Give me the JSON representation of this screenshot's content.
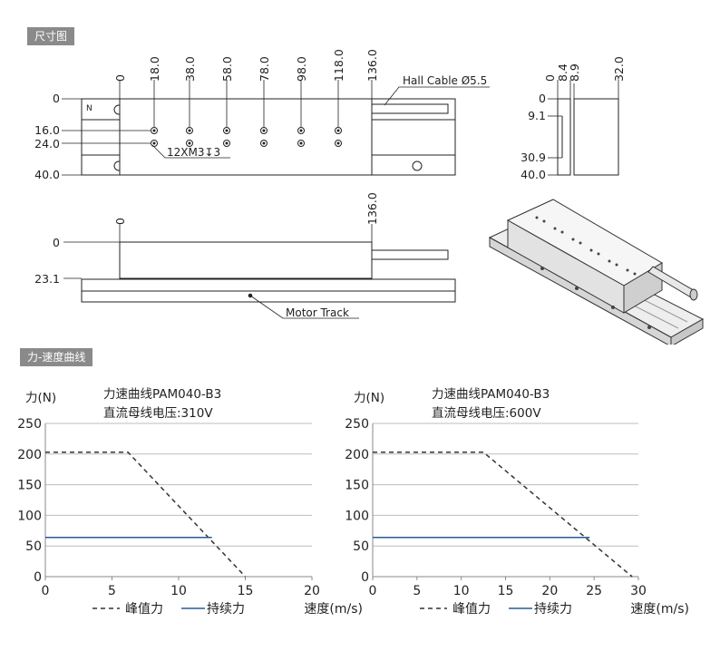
{
  "sections": {
    "dimensions_label": "尺寸图",
    "force_speed_label": "力-速度曲线"
  },
  "dimensions": {
    "top_view": {
      "x_ticks": [
        "0",
        "18.0",
        "38.0",
        "58.0",
        "78.0",
        "98.0",
        "118.0",
        "136.0"
      ],
      "y_ticks": [
        "0",
        "16.0",
        "24.0",
        "40.0"
      ],
      "n_mark": "N",
      "hole_callout": "12XM3↧3",
      "cable_label": "Hall Cable Ø5.5"
    },
    "end_view": {
      "x_ticks": [
        "0",
        "8.4",
        "8.9",
        "32.0"
      ],
      "y_ticks": [
        "0",
        "9.1",
        "30.9",
        "40.0"
      ]
    },
    "side_view": {
      "x_ticks": [
        "0",
        "136.0"
      ],
      "y_ticks": [
        "0",
        "23.1"
      ],
      "track_label": "Motor Track"
    }
  },
  "chart_data": [
    {
      "type": "line",
      "title": "力速曲线PAM040-B3",
      "subtitle": "直流母线电压:310V",
      "ylabel": "力(N)",
      "xlabel": "速度(m/s)",
      "xlim": [
        0,
        20
      ],
      "ylim": [
        0,
        250
      ],
      "xticks": [
        0,
        5,
        10,
        15,
        20
      ],
      "yticks": [
        0,
        50,
        100,
        150,
        200,
        250
      ],
      "grid": true,
      "legend": [
        "峰值力",
        "持续力"
      ],
      "series": [
        {
          "name": "峰值力",
          "style": "dashed",
          "color": "#333333",
          "x": [
            0,
            6.2,
            15
          ],
          "y": [
            203,
            203,
            0
          ]
        },
        {
          "name": "持续力",
          "style": "solid",
          "color": "#2a5a9a",
          "x": [
            0,
            12.5
          ],
          "y": [
            64,
            64
          ]
        }
      ]
    },
    {
      "type": "line",
      "title": "力速曲线PAM040-B3",
      "subtitle": "直流母线电压:600V",
      "ylabel": "力(N)",
      "xlabel": "速度(m/s)",
      "xlim": [
        0,
        30
      ],
      "ylim": [
        0,
        250
      ],
      "xticks": [
        0,
        5,
        10,
        15,
        20,
        25,
        30
      ],
      "yticks": [
        0,
        50,
        100,
        150,
        200,
        250
      ],
      "grid": true,
      "legend": [
        "峰值力",
        "持续力"
      ],
      "series": [
        {
          "name": "峰值力",
          "style": "dashed",
          "color": "#333333",
          "x": [
            0,
            12.5,
            29.3
          ],
          "y": [
            203,
            203,
            0
          ]
        },
        {
          "name": "持续力",
          "style": "solid",
          "color": "#2a5a9a",
          "x": [
            0,
            24.5
          ],
          "y": [
            64,
            64
          ]
        }
      ]
    }
  ]
}
